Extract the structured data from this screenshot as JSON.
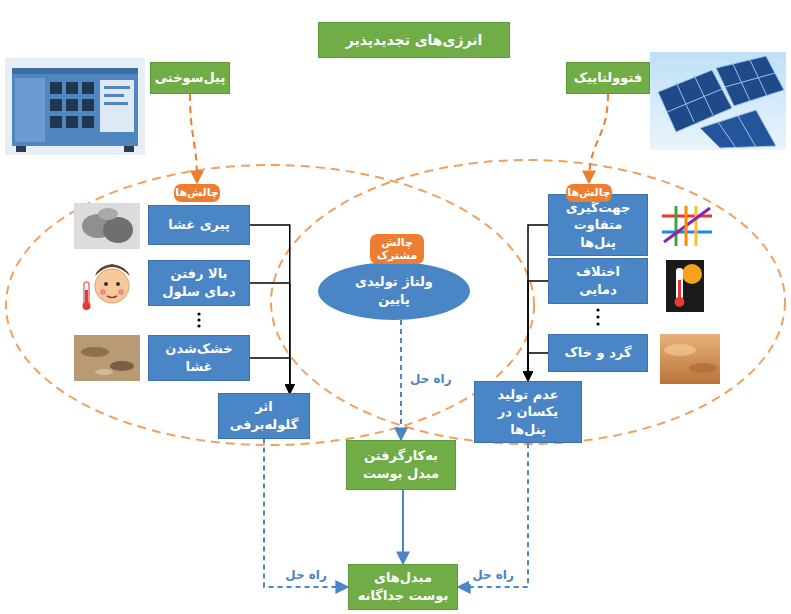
{
  "diagram": {
    "title": "انرژی‌های تجدیدپذیر",
    "nodes": [
      {
        "text": [
          "پیل‌سوختی"
        ]
      },
      {
        "text": [
          "فتوولتاییک"
        ]
      },
      {
        "text": [
          "چالش‌ها"
        ]
      },
      {
        "text": [
          "پیری غشا"
        ]
      },
      {
        "text": [
          "بالا رفتن دمای سلول"
        ]
      },
      {
        "text": [
          "خشک‌شدن غشا"
        ]
      },
      {
        "text": [
          "چالش مشترک"
        ]
      },
      {
        "text": [
          "ولتاژ تولیدی پایین"
        ]
      },
      {
        "text": [
          "چالش‌ها"
        ]
      },
      {
        "text": [
          "جهت‌گیری متفاوت پنل‌ها"
        ]
      },
      {
        "text": [
          "اختلاف دمایی"
        ]
      },
      {
        "text": [
          "گرد و خاک"
        ]
      },
      {
        "text": [
          "اثر گلوله‌برفی"
        ]
      },
      {
        "text": [
          "عدم تولید یکسان در پنل‌ها"
        ]
      },
      {
        "text": [
          "به‌کارگرفتن مبدل بوست"
        ]
      },
      {
        "text": [
          "مبدل‌های بوست جداگانه"
        ]
      }
    ],
    "edges": [
      {
        "from": 0,
        "to": 2,
        "arrow": "to"
      },
      {
        "from": 1,
        "to": 8,
        "arrow": "to"
      },
      {
        "from": 3,
        "to": 12,
        "arrow": "to"
      },
      {
        "from": 4,
        "to": 12,
        "arrow": "to"
      },
      {
        "from": 5,
        "to": 12,
        "arrow": "to"
      },
      {
        "from": 9,
        "to": 13,
        "arrow": "to"
      },
      {
        "from": 10,
        "to": 13,
        "arrow": "to"
      },
      {
        "from": 11,
        "to": 13,
        "arrow": "to"
      },
      {
        "from": 7,
        "to": 14,
        "label": "راه حل",
        "arrow": "to"
      },
      {
        "from": 12,
        "to": 15,
        "label": "راه حل",
        "arrow": "to"
      },
      {
        "from": 13,
        "to": 15,
        "label": "راه حل",
        "arrow": "to"
      },
      {
        "from": 14,
        "to": 15,
        "arrow": "to"
      }
    ]
  }
}
